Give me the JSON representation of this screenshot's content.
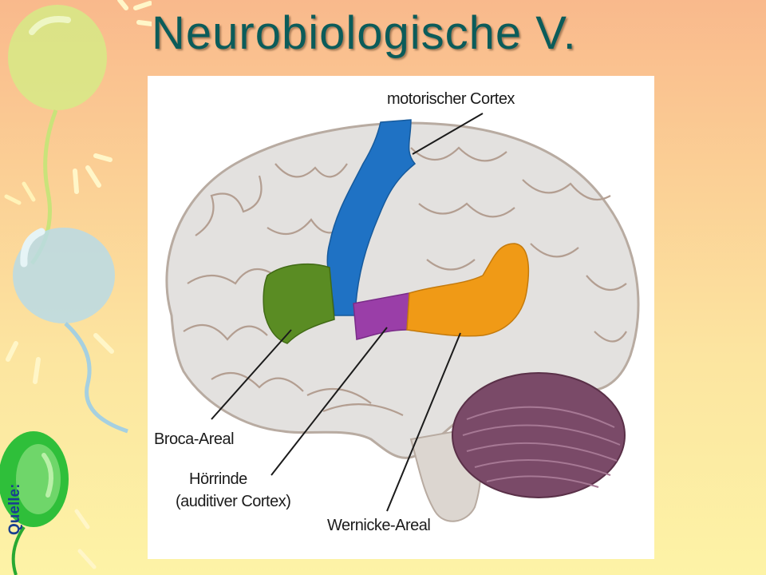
{
  "slide": {
    "title": "Neurobiologische V.",
    "source_label": "Quelle:"
  },
  "figure": {
    "labels": {
      "motor_cortex": "motorischer Cortex",
      "broca": "Broca-Areal",
      "auditory_line1": "Hörrinde",
      "auditory_line2": "(auditiver Cortex)",
      "wernicke": "Wernicke-Areal"
    },
    "colors": {
      "motor_cortex": "#1f72c4",
      "broca": "#5a8c23",
      "auditory": "#9a3ea8",
      "wernicke": "#f09a16",
      "cerebellum": "#7a4a68",
      "cortex": "#e3e1df"
    }
  },
  "theme": {
    "title_color": "#0b5c5a",
    "source_color": "#1a3f8f"
  }
}
